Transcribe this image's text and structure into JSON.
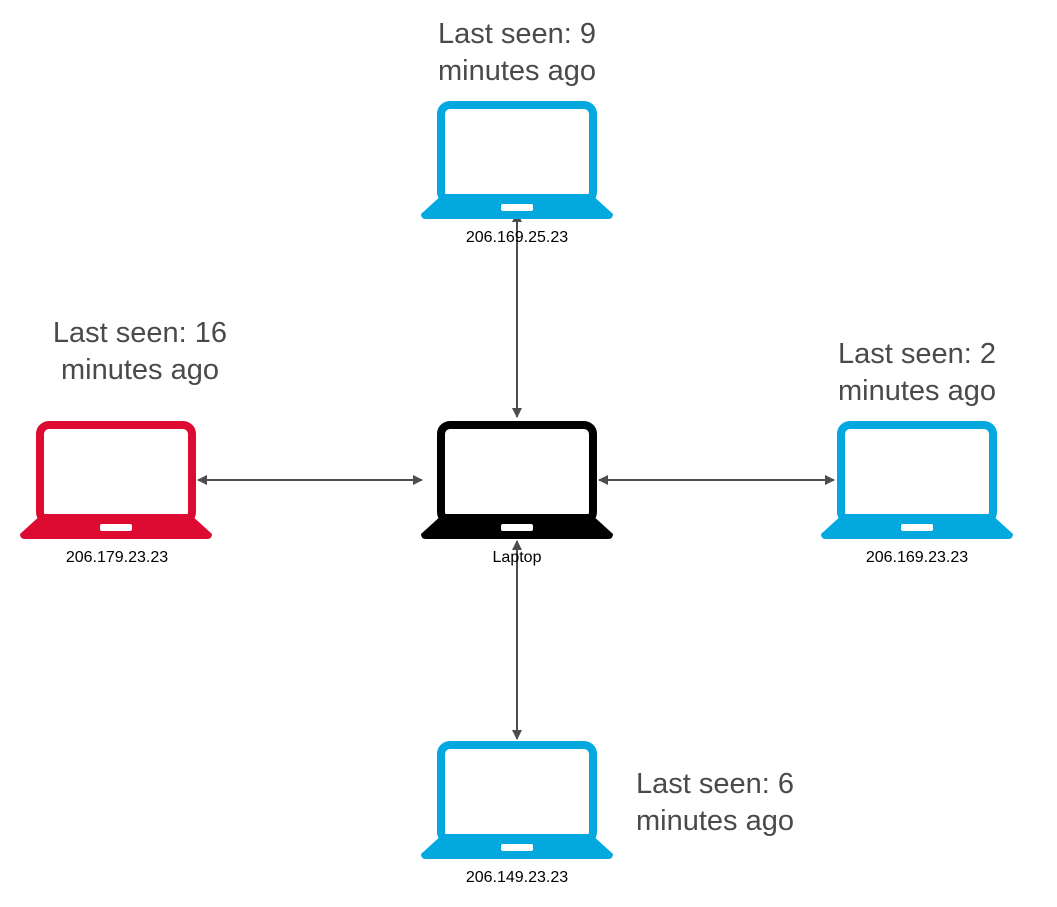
{
  "colors": {
    "online": "#02a8de",
    "offline": "#dd0a31",
    "hub": "#000000",
    "connector": "#4d4d4d",
    "status_text": "#4a4a4a"
  },
  "hub": {
    "label": "Laptop",
    "icon": "laptop-icon"
  },
  "nodes": {
    "top": {
      "ip": "206.169.25.23",
      "last_seen_line1": "Last seen: 9",
      "last_seen_line2": "minutes ago",
      "status": "online",
      "icon": "laptop-icon"
    },
    "left": {
      "ip": "206.179.23.23",
      "last_seen_line1": "Last seen: 16",
      "last_seen_line2": "minutes ago",
      "status": "offline",
      "icon": "laptop-icon"
    },
    "right": {
      "ip": "206.169.23.23",
      "last_seen_line1": "Last seen: 2",
      "last_seen_line2": "minutes ago",
      "status": "online",
      "icon": "laptop-icon"
    },
    "bottom": {
      "ip": "206.149.23.23",
      "last_seen_line1": "Last seen: 6",
      "last_seen_line2": "minutes ago",
      "status": "online",
      "icon": "laptop-icon"
    }
  }
}
